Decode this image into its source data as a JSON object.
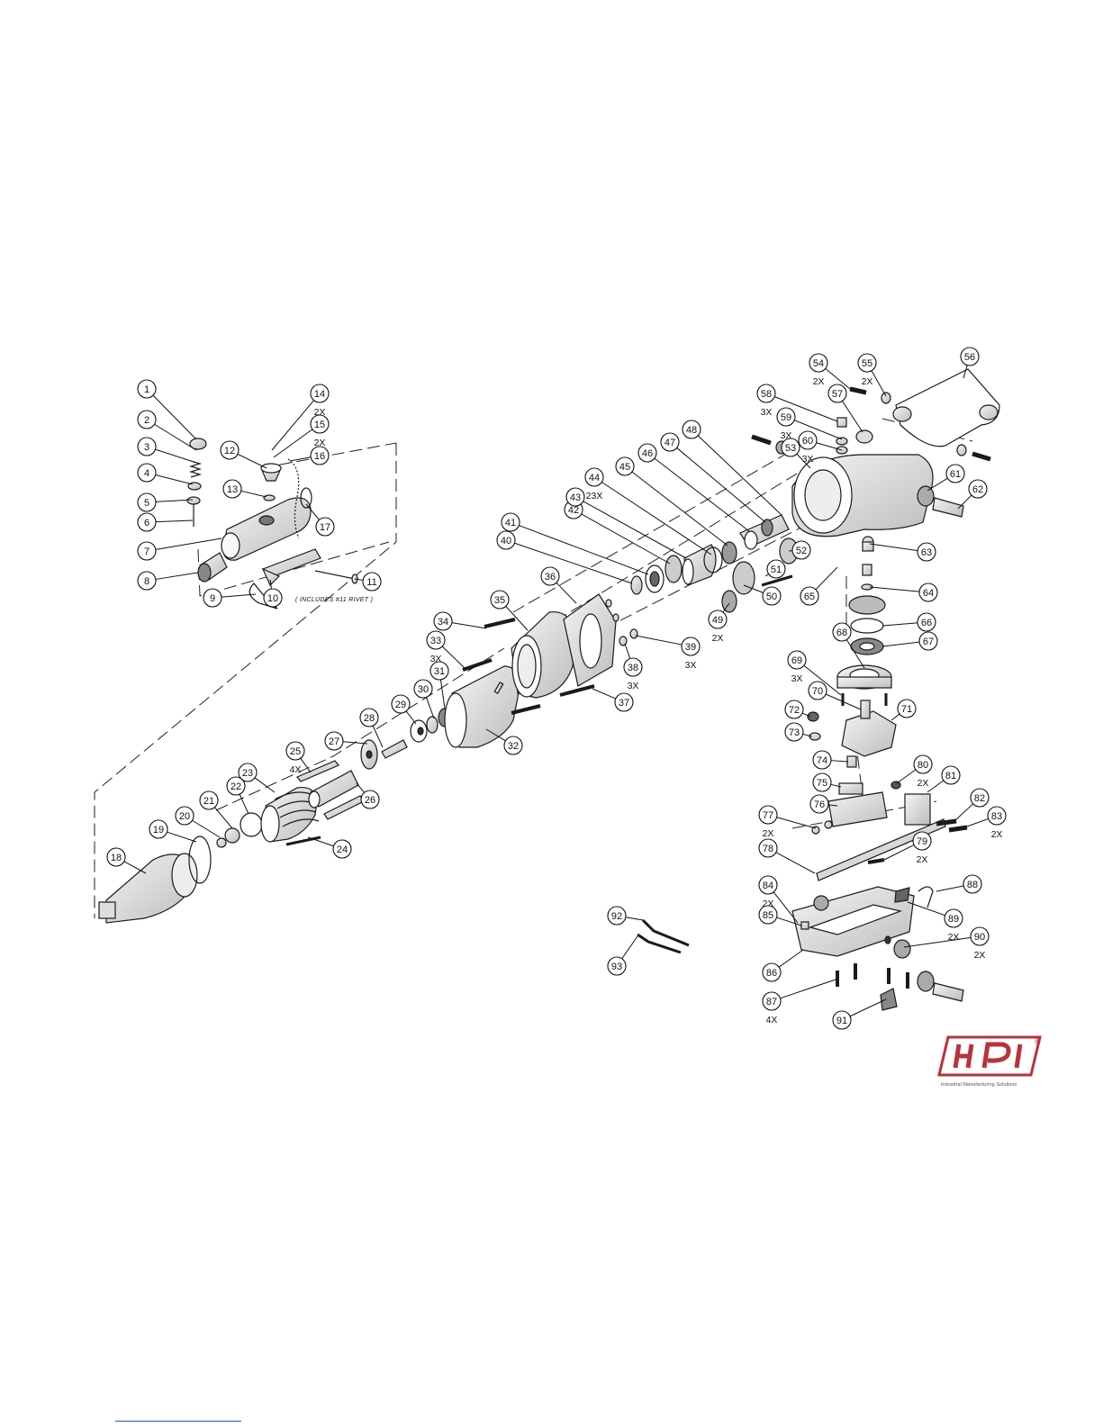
{
  "balloons": [
    "1",
    "2",
    "3",
    "4",
    "5",
    "6",
    "7",
    "8",
    "9",
    "10",
    "11",
    "12",
    "13",
    "14",
    "15",
    "16",
    "17",
    "18",
    "19",
    "20",
    "21",
    "22",
    "23",
    "24",
    "25",
    "26",
    "27",
    "28",
    "29",
    "30",
    "31",
    "32",
    "33",
    "34",
    "35",
    "36",
    "37",
    "38",
    "39",
    "40",
    "41",
    "42",
    "43",
    "44",
    "45",
    "46",
    "47",
    "48",
    "49",
    "50",
    "51",
    "52",
    "53",
    "54",
    "55",
    "56",
    "57",
    "58",
    "59",
    "60",
    "61",
    "62",
    "63",
    "64",
    "65",
    "66",
    "67",
    "68",
    "69",
    "70",
    "71",
    "72",
    "73",
    "74",
    "75",
    "76",
    "77",
    "78",
    "79",
    "80",
    "81",
    "82",
    "83",
    "84",
    "85",
    "86",
    "87",
    "88",
    "89",
    "90",
    "91",
    "92",
    "93"
  ],
  "quantities": {
    "14": "2X",
    "15": "2X",
    "25": "4X",
    "33": "3X",
    "38": "3X",
    "39": "3X",
    "44": "23X",
    "49": "2X",
    "54": "2X",
    "55": "2X",
    "58": "3X",
    "59": "3X",
    "60": "3X",
    "69": "3X",
    "77": "2X",
    "79": "2X",
    "80": "2X",
    "83": "2X",
    "84": "2X",
    "87": "4X",
    "89": "2X",
    "90": "2X"
  },
  "note": "( INCLUDES #11 RIVET )",
  "logo": {
    "mark": "HPI",
    "registered": "®",
    "tagline": "Industrial Manufacturing Solutions",
    "color": "#b8333a"
  }
}
